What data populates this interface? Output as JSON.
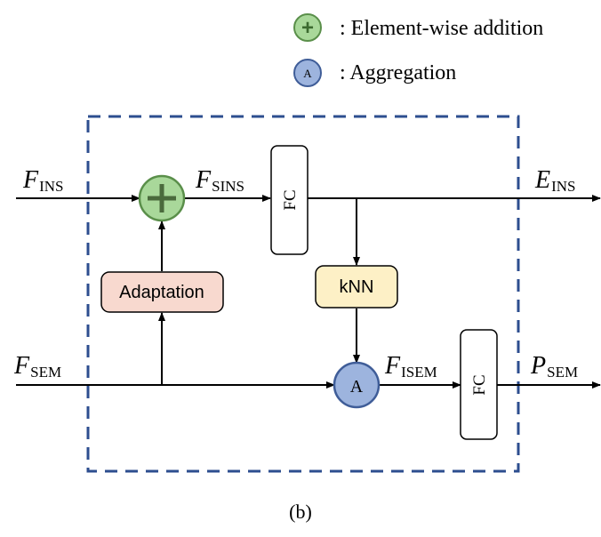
{
  "legend": {
    "add_symbol": "+",
    "add_label": ":  Element-wise addition",
    "agg_symbol": "A",
    "agg_label": ":  Aggregation"
  },
  "colors": {
    "frame": "#2d4e8f",
    "add_fill": "#a9d89a",
    "add_stroke": "#5a8f4a",
    "agg_fill": "#9db4de",
    "agg_stroke": "#3f5d98",
    "adaptation_fill": "#f8d9cf",
    "knn_fill": "#fdf0c6",
    "line": "#000000"
  },
  "nodes": {
    "adaptation": "Adaptation",
    "knn": "kNN",
    "fc_top": "FC",
    "fc_bottom": "FC",
    "add_symbol": "+",
    "agg_symbol": "A"
  },
  "labels": {
    "f_ins": {
      "main": "F",
      "sub": "INS"
    },
    "f_sins": {
      "main": "F",
      "sub": "SINS"
    },
    "e_ins": {
      "main": "E",
      "sub": "INS"
    },
    "f_sem": {
      "main": "F",
      "sub": "SEM"
    },
    "f_isem": {
      "main": "F",
      "sub": "ISEM"
    },
    "p_sem": {
      "main": "P",
      "sub": "SEM"
    }
  },
  "caption": "(b)"
}
